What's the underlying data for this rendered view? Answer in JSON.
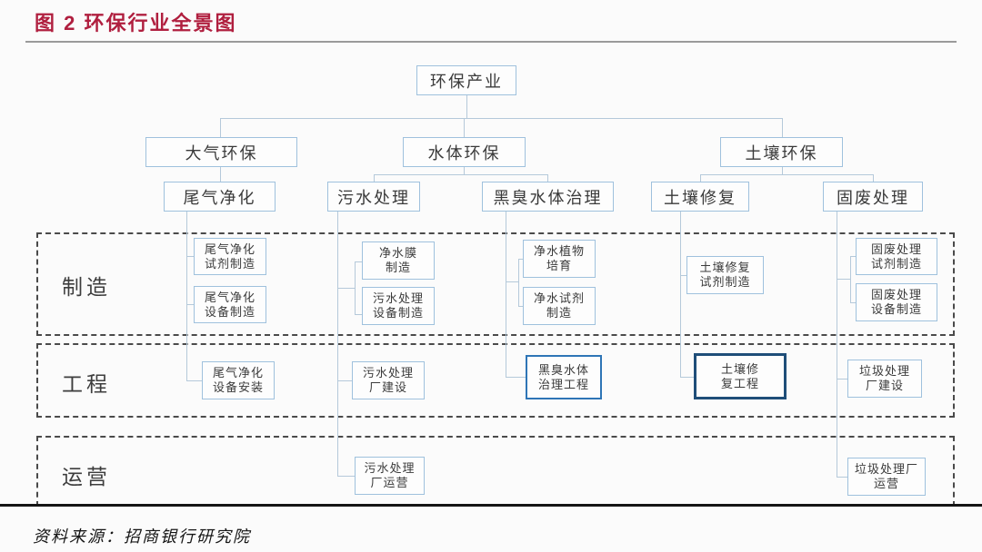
{
  "figure": {
    "title": "图 2 环保行业全景图",
    "source": "资料来源：招商银行研究院"
  },
  "colors": {
    "title_red": "#b01f3f",
    "box_border": "#9fc1dd",
    "connector": "#b5c9da",
    "highlight_blue": "#2e75b6",
    "highlight_navy": "#1f4e79"
  },
  "tree": {
    "root": {
      "label": "环保产业"
    },
    "level2": [
      {
        "label": "大气环保"
      },
      {
        "label": "水体环保"
      },
      {
        "label": "土壤环保"
      }
    ],
    "level3": [
      {
        "label": "尾气净化"
      },
      {
        "label": "污水处理"
      },
      {
        "label": "黑臭水体治理"
      },
      {
        "label": "土壤修复"
      },
      {
        "label": "固废处理"
      }
    ],
    "rows": [
      {
        "label": "制造"
      },
      {
        "label": "工程"
      },
      {
        "label": "运营"
      }
    ],
    "leaves": [
      {
        "line1": "尾气净化",
        "line2": "试剂制造",
        "row": "制造",
        "column": "尾气净化",
        "highlighted": false
      },
      {
        "line1": "尾气净化",
        "line2": "设备制造",
        "row": "制造",
        "column": "尾气净化",
        "highlighted": false
      },
      {
        "line1": "净水膜",
        "line2": "制造",
        "row": "制造",
        "column": "污水处理",
        "highlighted": false
      },
      {
        "line1": "污水处理",
        "line2": "设备制造",
        "row": "制造",
        "column": "污水处理",
        "highlighted": false
      },
      {
        "line1": "净水植物",
        "line2": "培育",
        "row": "制造",
        "column": "黑臭水体治理",
        "highlighted": false
      },
      {
        "line1": "净水试剂",
        "line2": "制造",
        "row": "制造",
        "column": "黑臭水体治理",
        "highlighted": false
      },
      {
        "line1": "土壤修复",
        "line2": "试剂制造",
        "row": "制造",
        "column": "土壤修复",
        "highlighted": false
      },
      {
        "line1": "固废处理",
        "line2": "试剂制造",
        "row": "制造",
        "column": "固废处理",
        "highlighted": false
      },
      {
        "line1": "固废处理",
        "line2": "设备制造",
        "row": "制造",
        "column": "固废处理",
        "highlighted": false
      },
      {
        "line1": "尾气净化",
        "line2": "设备安装",
        "row": "工程",
        "column": "尾气净化",
        "highlighted": false
      },
      {
        "line1": "污水处理",
        "line2": "厂建设",
        "row": "工程",
        "column": "污水处理",
        "highlighted": false
      },
      {
        "line1": "黑臭水体",
        "line2": "治理工程",
        "row": "工程",
        "column": "黑臭水体治理",
        "highlighted": true
      },
      {
        "line1": "土壤修",
        "line2": "复工程",
        "row": "工程",
        "column": "土壤修复",
        "highlighted": true
      },
      {
        "line1": "垃圾处理",
        "line2": "厂建设",
        "row": "工程",
        "column": "固废处理",
        "highlighted": false
      },
      {
        "line1": "污水处理",
        "line2": "厂运营",
        "row": "运营",
        "column": "污水处理",
        "highlighted": false
      },
      {
        "line1": "垃圾处理厂",
        "line2": "运营",
        "row": "运营",
        "column": "固废处理",
        "highlighted": false
      }
    ]
  }
}
